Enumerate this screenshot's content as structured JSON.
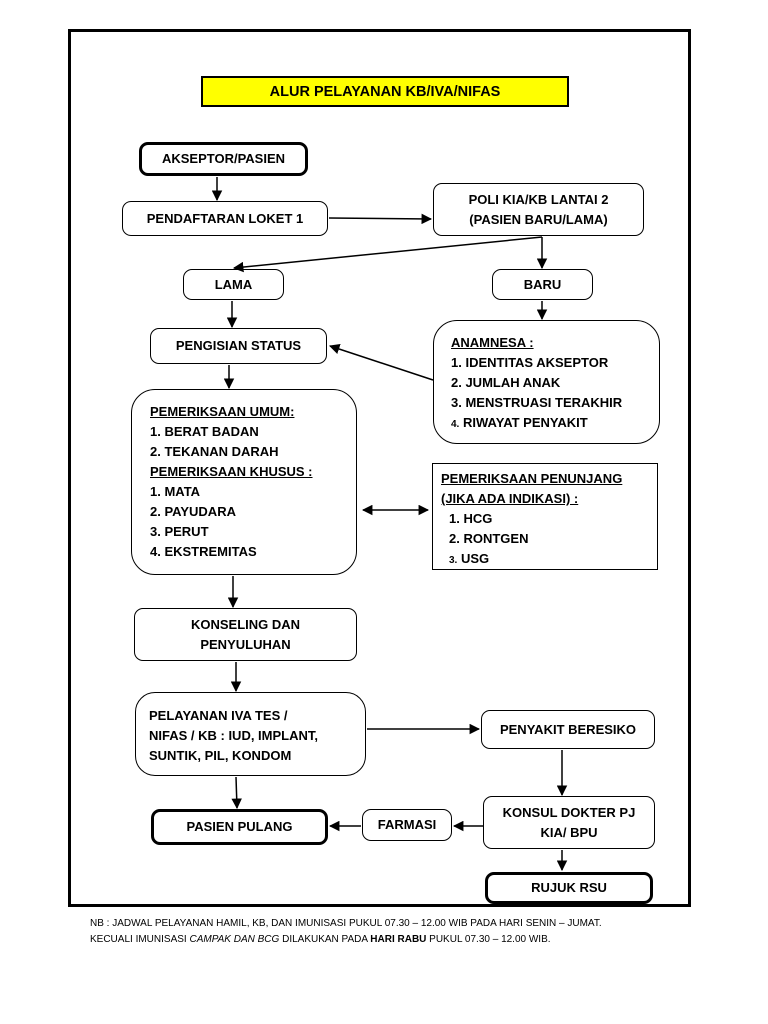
{
  "title": "ALUR PELAYANAN KB/IVA/NIFAS",
  "nodes": {
    "akseptor": "AKSEPTOR/PASIEN",
    "pendaftaran": "PENDAFTARAN LOKET 1",
    "poli_line1": "POLI KIA/KB LANTAI 2",
    "poli_line2": "(PASIEN BARU/LAMA)",
    "lama": "LAMA",
    "baru": "BARU",
    "pengisian": "PENGISIAN STATUS",
    "anamnesa": {
      "heading": "ANAMNESA :",
      "items": [
        "1. IDENTITAS AKSEPTOR",
        "2. JUMLAH ANAK",
        "3. MENSTRUASI TERAKHIR",
        "RIWAYAT PENYAKIT"
      ],
      "item4_num": "4."
    },
    "pemeriksaan": {
      "umum_heading": "PEMERIKSAAN UMUM:",
      "umum_items": [
        "1. BERAT BADAN",
        "2. TEKANAN DARAH"
      ],
      "khusus_heading": "PEMERIKSAAN KHUSUS :",
      "khusus_items": [
        "1. MATA",
        "2. PAYUDARA",
        "3. PERUT",
        "4. EKSTREMITAS"
      ]
    },
    "penunjang": {
      "heading1": "PEMERIKSAAN PENUNJANG",
      "heading2": "(JIKA ADA INDIKASI) :",
      "items": [
        "1. HCG",
        "2. RONTGEN",
        "USG"
      ],
      "item3_num": "3."
    },
    "konseling_line1": "KONSELING DAN",
    "konseling_line2": "PENYULUHAN",
    "pelayanan": [
      "PELAYANAN IVA TES /",
      "NIFAS / KB : IUD, IMPLANT,",
      "SUNTIK, PIL, KONDOM"
    ],
    "penyakit": "PENYAKIT BERESIKO",
    "konsul_line1": "KONSUL DOKTER PJ",
    "konsul_line2": "KIA/ BPU",
    "farmasi": "FARMASI",
    "pulang": "PASIEN PULANG",
    "rujuk": "RUJUK RSU"
  },
  "note": {
    "line1": "NB : JADWAL PELAYANAN HAMIL, KB, DAN IMUNISASI PUKUL 07.30 – 12.00 WIB PADA HARI SENIN – JUMAT.",
    "line2_a": "KECUALI IMUNISASI ",
    "line2_italic": "CAMPAK DAN BCG",
    "line2_b": " DILAKUKAN PADA ",
    "line2_bold": "HARI RABU",
    "line2_c": " PUKUL 07.30 – 12.00 WIB."
  },
  "colors": {
    "title_bg": "#ffff00",
    "line": "#000000"
  }
}
